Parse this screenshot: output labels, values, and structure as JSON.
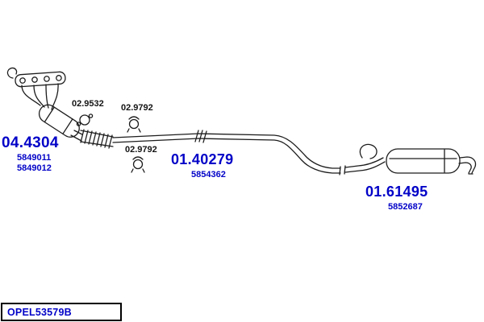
{
  "colors": {
    "part_number_blue": "#0202c8",
    "small_code_black": "#141414",
    "line_black": "#1c1c1c"
  },
  "parts": {
    "gasket": {
      "code": "02.9532"
    },
    "clamp_top": {
      "code": "02.9792"
    },
    "clamp_bottom": {
      "code": "02.9792"
    },
    "catalyst": {
      "number": "04.4304",
      "oe_refs": [
        "5849011",
        "5849012"
      ]
    },
    "center_pipe": {
      "number": "01.40279",
      "oe_refs": [
        "5854362"
      ]
    },
    "rear_muffler": {
      "number": "01.61495",
      "oe_refs": [
        "5852687"
      ]
    }
  },
  "footer": {
    "drawing_code": "OPEL53579B"
  }
}
